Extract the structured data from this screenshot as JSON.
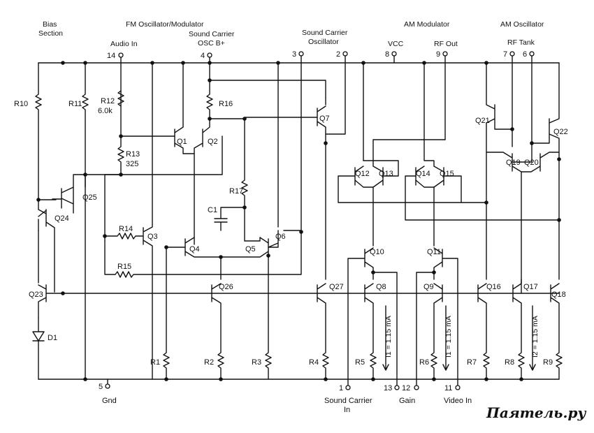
{
  "sections": {
    "bias_1": "Bias",
    "bias_2": "Section",
    "fm_osc": "FM Oscillator/Modulator",
    "audio_in": "Audio In",
    "sound_carrier_1": "Sound Carrier",
    "sound_carrier_2": "OSC B+",
    "sc_osc_1": "Sound Carrier",
    "sc_osc_2": "Oscillator",
    "am_mod": "AM Modulator",
    "vcc": "VCC",
    "rf_out": "RF Out",
    "am_osc": "AM Oscillator",
    "rf_tank": "RF Tank"
  },
  "pins": {
    "p14": "14",
    "p4": "4",
    "p3": "3",
    "p2": "2",
    "p8": "8",
    "p9": "9",
    "p7": "7",
    "p6": "6",
    "p5": "5",
    "p1": "1",
    "p13": "13",
    "p12": "12",
    "p11": "11"
  },
  "bottom_labels": {
    "gnd": "Gnd",
    "sc_in_1": "Sound Carrier",
    "sc_in_2": "In",
    "gain": "Gain",
    "video_in": "Video In"
  },
  "resistors": {
    "r10": "R10",
    "r11": "R11",
    "r12": "R12",
    "r12v": "6.0k",
    "r13": "R13",
    "r13v": "325",
    "r16": "R16",
    "r17": "R17",
    "r14": "R14",
    "r15": "R15",
    "r1": "R1",
    "r2": "R2",
    "r3": "R3",
    "r4": "R4",
    "r5": "R5",
    "r6": "R6",
    "r7": "R7",
    "r8": "R8",
    "r9": "R9"
  },
  "capacitors": {
    "c1": "C1"
  },
  "diodes": {
    "d1": "D1"
  },
  "transistors": {
    "q1": "Q1",
    "q2": "Q2",
    "q3": "Q3",
    "q4": "Q4",
    "q5": "Q5",
    "q6": "Q6",
    "q7": "Q7",
    "q8": "Q8",
    "q9": "Q9",
    "q10": "Q10",
    "q11": "Q11",
    "q12": "Q12",
    "q13": "Q13",
    "q14": "Q14",
    "q15": "Q15",
    "q16": "Q16",
    "q17": "Q17",
    "q18": "Q18",
    "q19": "Q19",
    "q20": "Q20",
    "q21": "Q21",
    "q22": "Q22",
    "q23": "Q23",
    "q24": "Q24",
    "q25": "Q25",
    "q26": "Q26",
    "q27": "Q27"
  },
  "currents": {
    "i1a": "I1 = 1.15 mA",
    "i1b": "I1 = 1.15 mA",
    "i2": "I2 = 1.15 mA"
  },
  "watermark": "Паятель.ру"
}
